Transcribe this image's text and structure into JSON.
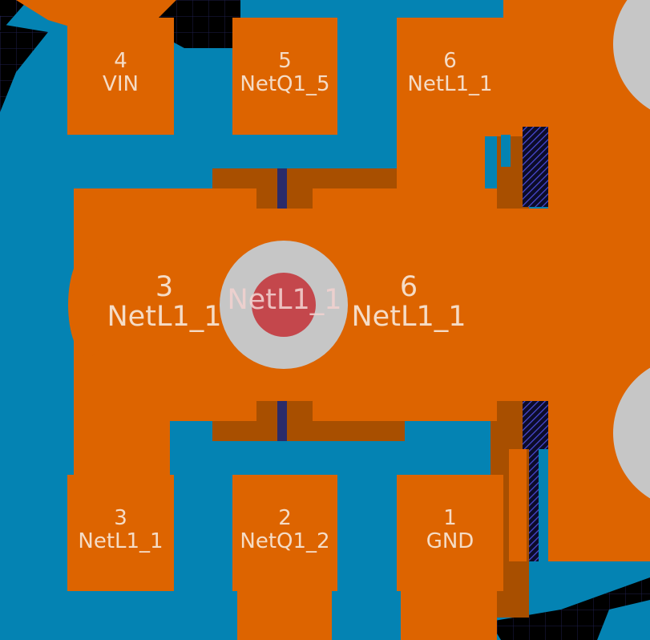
{
  "colors": {
    "background": "#000000",
    "grid": "#2b2b6a",
    "copper_bottom": "#0483b3",
    "copper_top": "#dd6400",
    "copper_top_dark": "#a84f00",
    "via_ring": "#c6c6c6",
    "via_hole": "#c4474c",
    "hatch": "#4b4bd6"
  },
  "pads": {
    "p4": {
      "number": "4",
      "net": "VIN"
    },
    "p5": {
      "number": "5",
      "net": "NetQ1_5"
    },
    "p6t": {
      "number": "6",
      "net": "NetL1_1"
    },
    "p3l": {
      "number": "3",
      "net": "NetL1_1"
    },
    "p6c": {
      "number": "6",
      "net": "NetL1_1"
    },
    "p3b": {
      "number": "3",
      "net": "NetL1_1"
    },
    "p2": {
      "number": "2",
      "net": "NetQ1_2"
    },
    "p1": {
      "number": "1",
      "net": "GND"
    }
  },
  "via": {
    "net": "NetL1_1"
  }
}
